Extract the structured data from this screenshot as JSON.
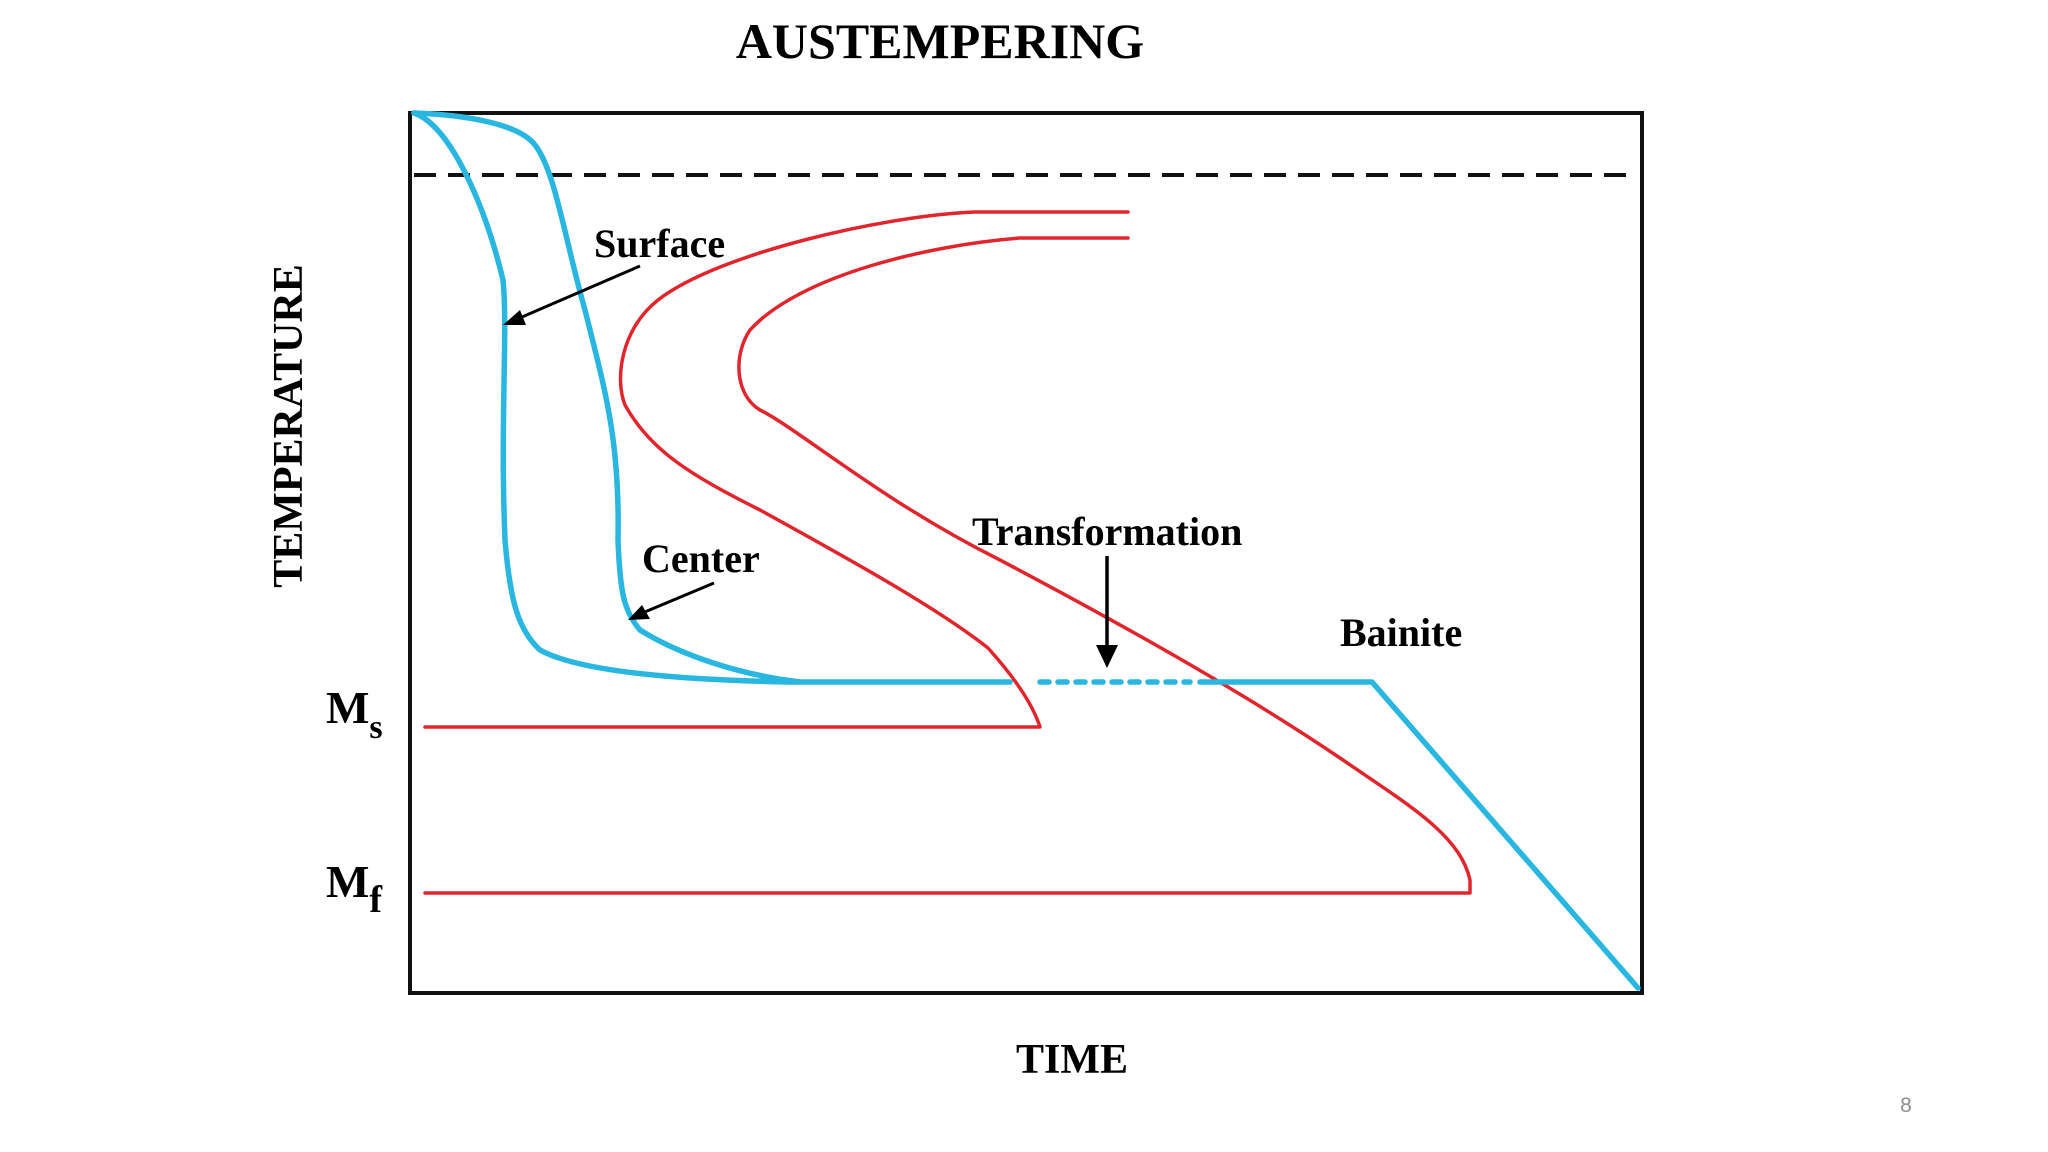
{
  "title": "AUSTEMPERING",
  "axes": {
    "y_label": "TEMPERATURE",
    "x_label": "TIME"
  },
  "levels": {
    "ms": {
      "main": "M",
      "sub": "s"
    },
    "mf": {
      "main": "M",
      "sub": "f"
    }
  },
  "annotations": {
    "surface": "Surface",
    "center": "Center",
    "transformation": "Transformation",
    "bainite": "Bainite"
  },
  "page_number": "8",
  "colors": {
    "cooling_curve": "#29b6e0",
    "transformation_curve": "#e0262c",
    "frame": "#111111",
    "text": "#000000",
    "page_number": "#8c8c8c"
  }
}
